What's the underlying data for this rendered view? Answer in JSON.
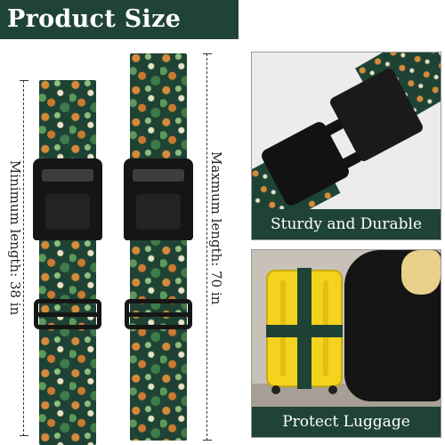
{
  "header": {
    "title": "Product Size"
  },
  "dimensions": {
    "minimum_label": "Minimum length: 38 in",
    "maximum_label": "Maxmum length: 70 in"
  },
  "panels": [
    {
      "caption": "Sturdy and Durable"
    },
    {
      "caption": "Protect Luggage"
    }
  ],
  "colors": {
    "brand_green": "#1f4336",
    "strap_base": "#1e4335",
    "buckle_black": "#151515",
    "suitcase_yellow": "#f4d31e"
  }
}
